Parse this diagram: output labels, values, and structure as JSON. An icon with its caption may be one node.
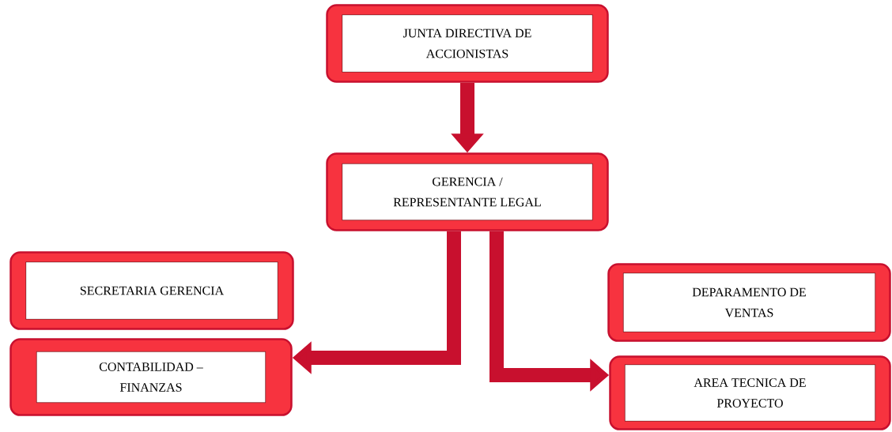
{
  "diagram": {
    "nodes": [
      {
        "text": [
          "JUNTA DIRECTIVA DE ACCIONISTAS"
        ]
      },
      {
        "text": [
          "GERENCIA / REPRESENTANTE LEGAL"
        ]
      },
      {
        "text": [
          "SECRETARIA GERENCIA"
        ]
      },
      {
        "text": [
          "CONTABILIDAD – FINANZAS"
        ]
      },
      {
        "text": [
          "DEPARAMENTO DE VENTAS"
        ]
      },
      {
        "text": [
          "AREA TECNICA DE PROYECTO"
        ]
      }
    ],
    "edges": [
      {
        "from": 0,
        "to": 1,
        "arrow": "to"
      },
      {
        "from": 1,
        "to": 3,
        "arrow": "to"
      },
      {
        "from": 1,
        "to": 5,
        "arrow": "to"
      }
    ]
  }
}
